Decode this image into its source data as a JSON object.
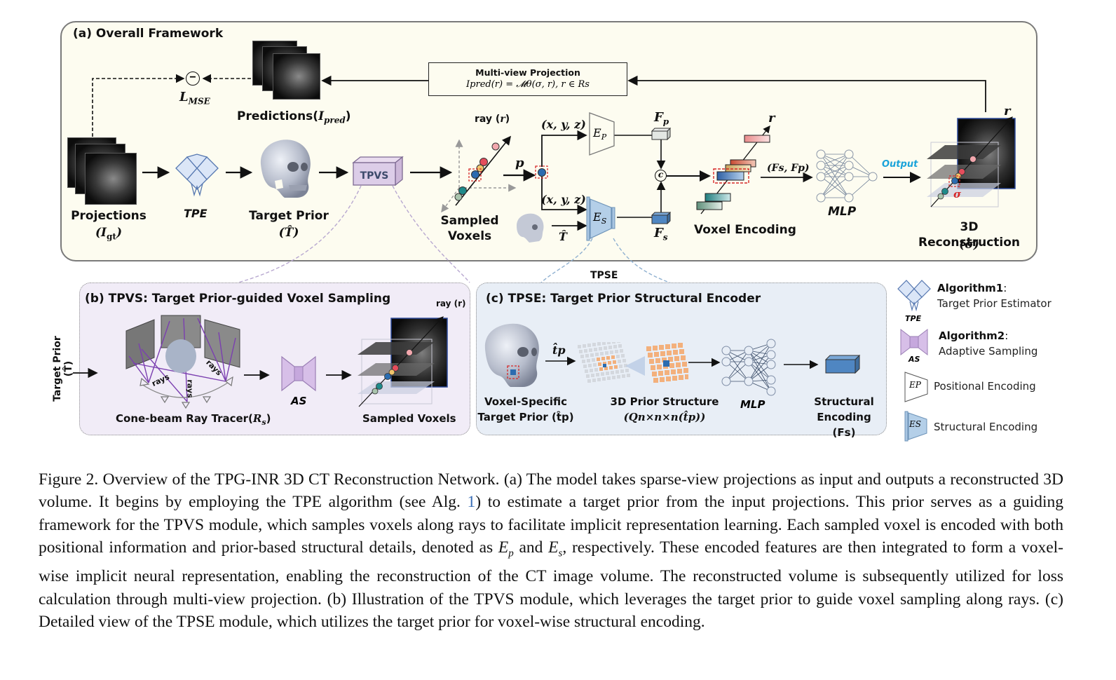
{
  "figure": {
    "panel_a": {
      "title": "(a) Overall Framework",
      "loss_label": "L",
      "loss_sub": "MSE",
      "minus_symbol": "−",
      "predictions_label": "Predictions(",
      "predictions_var": "I",
      "predictions_sub": "pred",
      "predictions_close": ")",
      "multiview_title": "Multi-view Projection",
      "multiview_formula": "Ipred(r) = 𝓜θ(σ, r), r ∈ Rs",
      "projections_label": "Projections",
      "projections_var": "(I",
      "projections_sub": "gt",
      "projections_close": ")",
      "tpe_label": "TPE",
      "target_prior_label": "Target Prior",
      "target_prior_var": "(T̂)",
      "tpvs_box": "TPVS",
      "ray_label": "ray (",
      "ray_var": "r",
      "ray_close": ")",
      "sampled_voxels_label": "Sampled\nVoxels",
      "p_label": "p",
      "xyz_top": "(x, y, z)",
      "xyz_bottom": "(x, y, z)",
      "ep_label": "E",
      "ep_sub": "P",
      "es_label": "E",
      "es_sub": "S",
      "t_hat_label": "T̂",
      "fp_label": "F",
      "fp_sub": "p",
      "fs_label": "F",
      "fs_sub": "s",
      "concat_symbol": "c",
      "voxel_encoding_label": "Voxel Encoding",
      "r_label": "r",
      "fs_fp_label": "(Fs, Fp)",
      "mlp_label": "MLP",
      "output_label": "Output",
      "sigma_label": "σ",
      "reconstruction_label": "3D  Reconstruction",
      "reconstruction_var": "(σ)",
      "r_recon_label": "r"
    },
    "tpse_connector_label": "TPSE",
    "panel_b": {
      "title": "(b) TPVS: Target Prior-guided Voxel Sampling",
      "side_label": "Target Prior (T̂)",
      "rays_labels": [
        "rays",
        "rays",
        "rays"
      ],
      "cone_label": "Cone-beam Ray Tracer(",
      "cone_var": "R",
      "cone_sub": "s",
      "cone_close": ")",
      "as_label": "AS",
      "ray_label": "ray (r)",
      "sampled_voxels_label": "Sampled Voxels"
    },
    "panel_c": {
      "title": "(c) TPSE: Target Prior Structural  Encoder",
      "tp_arrow_label": "t̂p",
      "voxel_specific_label": "Voxel-Specific",
      "voxel_specific_label2": "Target Prior (t̂p)",
      "prior_structure_label": "3D Prior Structure",
      "prior_structure_label2": "(Qn×n×n(t̂p))",
      "mlp_label": "MLP",
      "structural_label": "Structural",
      "structural_label2": "Encoding (Fs)"
    },
    "legend": [
      {
        "icon": "tpe-icon",
        "icon_caption": "TPE",
        "title": "Algorithm1",
        "desc": "Target Prior Estimator"
      },
      {
        "icon": "as-icon",
        "icon_caption": "AS",
        "title": "Algorithm2",
        "desc": "Adaptive Sampling"
      },
      {
        "icon": "ep-icon",
        "icon_caption": "EP",
        "title": "",
        "desc": "Positional Encoding"
      },
      {
        "icon": "es-icon",
        "icon_caption": "ES",
        "title": "",
        "desc": "Structural Encoding"
      }
    ],
    "colors": {
      "panel_a_bg": "#fdfcf0",
      "panel_b_bg": "#f1ecf7",
      "panel_c_bg": "#e8eef6",
      "output_text": "#1aa3d9",
      "sigma_text": "#d62828",
      "link": "#3b6fb6"
    }
  },
  "caption": {
    "prefix": "Figure 2.  Overview of the TPG-INR 3D CT Reconstruction Network.  (a) The model takes sparse-view projections as input and outputs a reconstructed 3D volume.  It begins by employing the TPE algorithm (see Alg. ",
    "link": "1",
    "suffix_1": ") to estimate a target prior from the input projections.  This prior serves as a guiding framework for the TPVS module, which samples voxels along rays to facilitate implicit representation learning. Each sampled voxel is encoded with both positional information and prior-based structural details, denoted as ",
    "ep": "E",
    "ep_sub": "p",
    "and": " and ",
    "es": "E",
    "es_sub": "s",
    "suffix_2": ", respectively. These encoded features are then integrated to form a voxel-wise implicit neural representation, enabling the reconstruction of the CT image volume.  The reconstructed volume is subsequently utilized for loss calculation through multi-view projection.  (b) Illustration of the TPVS module, which leverages the target prior to guide voxel sampling along rays.  (c) Detailed view of the TPSE module, which utilizes the target prior for voxel-wise structural encoding."
  }
}
